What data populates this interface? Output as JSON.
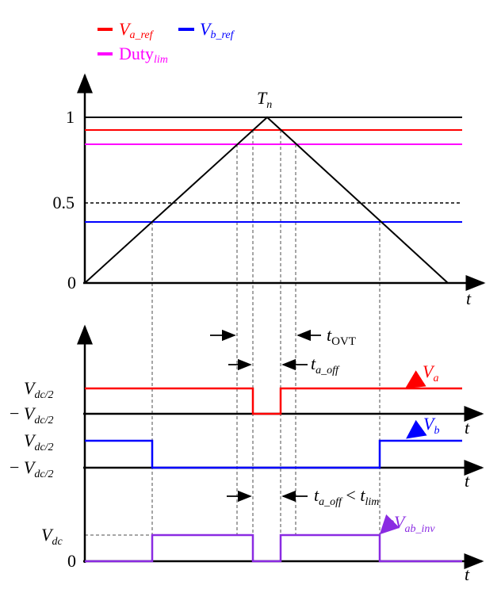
{
  "legend": {
    "va_ref": {
      "main": "V",
      "sub": "a_ref",
      "color": "#ff0000"
    },
    "vb_ref": {
      "main": "V",
      "sub": "b_ref",
      "color": "#0000ff"
    },
    "duty_lim": {
      "main": "Duty",
      "sub": "lim",
      "color": "#ff00ff"
    }
  },
  "top_plot": {
    "y_ticks": [
      "1",
      "0.5",
      "0"
    ],
    "x_label": "t",
    "peak_label": {
      "main": "T",
      "sub": "n"
    }
  },
  "mid_plot": {
    "va_high": {
      "main": "V",
      "sub": "dc/2"
    },
    "va_low": {
      "prefix": "− ",
      "main": "V",
      "sub": "dc/2"
    },
    "vb_high": {
      "main": "V",
      "sub": "dc/2"
    },
    "vb_low": {
      "prefix": "− ",
      "main": "V",
      "sub": "dc/2"
    },
    "va_label": {
      "main": "V",
      "sub": "a"
    },
    "vb_label": {
      "main": "V",
      "sub": "b"
    },
    "x_label": "t",
    "t_ovt": {
      "main": "t",
      "sub": "OVT"
    },
    "t_a_off": {
      "main": "t",
      "sub": "a_off"
    }
  },
  "bottom_plot": {
    "vdc": {
      "main": "V",
      "sub": "dc"
    },
    "zero": "0",
    "x_label": "t",
    "vab_label": {
      "main": "V",
      "sub": "ab_inv"
    },
    "condition": {
      "main1": "t",
      "sub1": "a_off",
      "op": " < ",
      "main2": "t",
      "sub2": "lim"
    }
  },
  "colors": {
    "va": "#ff0000",
    "vb": "#0000ff",
    "duty": "#ff00ff",
    "vab": "#8a2be2"
  }
}
